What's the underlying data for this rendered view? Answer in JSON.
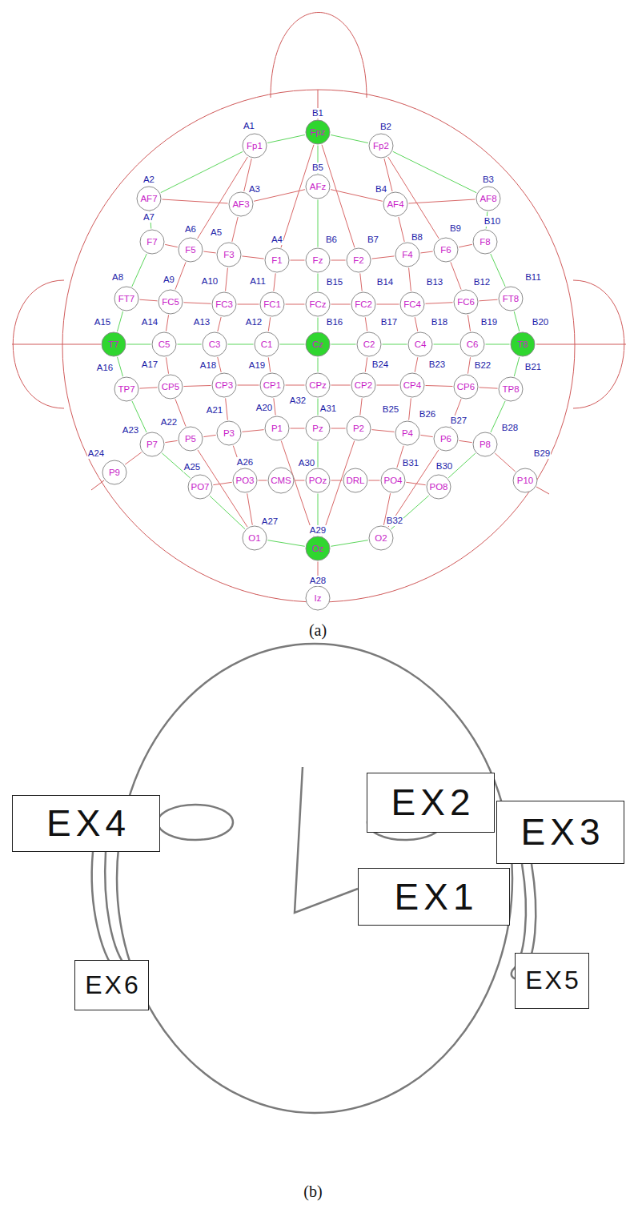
{
  "diagram": {
    "nodes": [
      {
        "text": [
          "Fp1",
          "A1"
        ]
      },
      {
        "text": [
          "Fpz",
          "B1"
        ]
      },
      {
        "text": [
          "Fp2",
          "B2"
        ]
      },
      {
        "text": [
          "AF7",
          "A2"
        ]
      },
      {
        "text": [
          "AF3",
          "A3"
        ]
      },
      {
        "text": [
          "AFz",
          "B5"
        ]
      },
      {
        "text": [
          "AF4",
          "B4"
        ]
      },
      {
        "text": [
          "AF8",
          "B3"
        ]
      },
      {
        "text": [
          "F7",
          "A7"
        ]
      },
      {
        "text": [
          "F5",
          "A6"
        ]
      },
      {
        "text": [
          "F3",
          "A5"
        ]
      },
      {
        "text": [
          "F1",
          "A4"
        ]
      },
      {
        "text": [
          "Fz",
          "B6"
        ]
      },
      {
        "text": [
          "F2",
          "B7"
        ]
      },
      {
        "text": [
          "F4",
          "B8"
        ]
      },
      {
        "text": [
          "F6",
          "B9"
        ]
      },
      {
        "text": [
          "F8",
          "B10"
        ]
      },
      {
        "text": [
          "FT7",
          "A8"
        ]
      },
      {
        "text": [
          "FC5",
          "A9"
        ]
      },
      {
        "text": [
          "FC3",
          "A10"
        ]
      },
      {
        "text": [
          "FC1",
          "A11"
        ]
      },
      {
        "text": [
          "FCz",
          "B15"
        ]
      },
      {
        "text": [
          "FC2",
          "B14"
        ]
      },
      {
        "text": [
          "FC4",
          "B13"
        ]
      },
      {
        "text": [
          "FC6",
          "B12"
        ]
      },
      {
        "text": [
          "FT8",
          "B11"
        ]
      },
      {
        "text": [
          "T7",
          "A15"
        ]
      },
      {
        "text": [
          "C5",
          "A14"
        ]
      },
      {
        "text": [
          "C3",
          "A13"
        ]
      },
      {
        "text": [
          "C1",
          "A12"
        ]
      },
      {
        "text": [
          "Cz",
          "B16"
        ]
      },
      {
        "text": [
          "C2",
          "B17"
        ]
      },
      {
        "text": [
          "C4",
          "B18"
        ]
      },
      {
        "text": [
          "C6",
          "B19"
        ]
      },
      {
        "text": [
          "T8",
          "B20"
        ]
      },
      {
        "text": [
          "TP7",
          "A16"
        ]
      },
      {
        "text": [
          "CP5",
          "A17"
        ]
      },
      {
        "text": [
          "CP3",
          "A18"
        ]
      },
      {
        "text": [
          "CP1",
          "A19"
        ]
      },
      {
        "text": [
          "CPz",
          "A32"
        ]
      },
      {
        "text": [
          "CP2",
          "B24"
        ]
      },
      {
        "text": [
          "CP4",
          "B23"
        ]
      },
      {
        "text": [
          "CP6",
          "B22"
        ]
      },
      {
        "text": [
          "TP8",
          "B21"
        ]
      },
      {
        "text": [
          "P7",
          "A23"
        ]
      },
      {
        "text": [
          "P5",
          "A22"
        ]
      },
      {
        "text": [
          "P3",
          "A21"
        ]
      },
      {
        "text": [
          "P1",
          "A20"
        ]
      },
      {
        "text": [
          "Pz",
          "A31"
        ]
      },
      {
        "text": [
          "P2",
          "B25"
        ]
      },
      {
        "text": [
          "P4",
          "B26"
        ]
      },
      {
        "text": [
          "P6",
          "B27"
        ]
      },
      {
        "text": [
          "P8",
          "B28"
        ]
      },
      {
        "text": [
          "P9",
          "A24"
        ]
      },
      {
        "text": [
          "P10",
          "B29"
        ]
      },
      {
        "text": [
          "PO7",
          "A25"
        ]
      },
      {
        "text": [
          "PO3",
          "A26"
        ]
      },
      {
        "text": [
          "CMS"
        ]
      },
      {
        "text": [
          "POz",
          "A30"
        ]
      },
      {
        "text": [
          "DRL"
        ]
      },
      {
        "text": [
          "PO4",
          "B31"
        ]
      },
      {
        "text": [
          "PO8",
          "B30"
        ]
      },
      {
        "text": [
          "O1",
          "A27"
        ]
      },
      {
        "text": [
          "Oz",
          "A29"
        ]
      },
      {
        "text": [
          "O2",
          "B32"
        ]
      },
      {
        "text": [
          "Iz",
          "A28"
        ]
      },
      {
        "text": [
          "EX2"
        ]
      },
      {
        "text": [
          "EX4"
        ]
      },
      {
        "text": [
          "EX3"
        ]
      },
      {
        "text": [
          "EX1"
        ]
      },
      {
        "text": [
          "EX6"
        ]
      },
      {
        "text": [
          "EX5"
        ]
      }
    ],
    "edges": [
      {
        "from": 1,
        "to": 0,
        "arrow": "none"
      },
      {
        "from": 0,
        "to": 3,
        "arrow": "none"
      },
      {
        "from": 3,
        "to": 8,
        "arrow": "none"
      },
      {
        "from": 8,
        "to": 17,
        "arrow": "none"
      },
      {
        "from": 17,
        "to": 26,
        "arrow": "none"
      },
      {
        "from": 26,
        "to": 35,
        "arrow": "none"
      },
      {
        "from": 35,
        "to": 44,
        "arrow": "none"
      },
      {
        "from": 44,
        "to": 55,
        "arrow": "none"
      },
      {
        "from": 55,
        "to": 62,
        "arrow": "none"
      },
      {
        "from": 62,
        "to": 63,
        "arrow": "none"
      },
      {
        "from": 63,
        "to": 64,
        "arrow": "none"
      },
      {
        "from": 64,
        "to": 61,
        "arrow": "none"
      },
      {
        "from": 61,
        "to": 52,
        "arrow": "none"
      },
      {
        "from": 52,
        "to": 43,
        "arrow": "none"
      },
      {
        "from": 43,
        "to": 34,
        "arrow": "none"
      },
      {
        "from": 34,
        "to": 25,
        "arrow": "none"
      },
      {
        "from": 25,
        "to": 16,
        "arrow": "none"
      },
      {
        "from": 16,
        "to": 7,
        "arrow": "none"
      },
      {
        "from": 7,
        "to": 2,
        "arrow": "none"
      },
      {
        "from": 2,
        "to": 1,
        "arrow": "none"
      },
      {
        "from": 1,
        "to": 5,
        "arrow": "none"
      },
      {
        "from": 5,
        "to": 12,
        "arrow": "none"
      },
      {
        "from": 12,
        "to": 21,
        "arrow": "none"
      },
      {
        "from": 21,
        "to": 30,
        "arrow": "none"
      },
      {
        "from": 30,
        "to": 39,
        "arrow": "none"
      },
      {
        "from": 39,
        "to": 48,
        "arrow": "none"
      },
      {
        "from": 48,
        "to": 58,
        "arrow": "none"
      },
      {
        "from": 58,
        "to": 63,
        "arrow": "none"
      },
      {
        "from": 26,
        "to": 27,
        "arrow": "none"
      },
      {
        "from": 27,
        "to": 28,
        "arrow": "none"
      },
      {
        "from": 28,
        "to": 29,
        "arrow": "none"
      },
      {
        "from": 29,
        "to": 30,
        "arrow": "none"
      },
      {
        "from": 30,
        "to": 31,
        "arrow": "none"
      },
      {
        "from": 31,
        "to": 32,
        "arrow": "none"
      },
      {
        "from": 32,
        "to": 33,
        "arrow": "none"
      },
      {
        "from": 33,
        "to": 34,
        "arrow": "none"
      },
      {
        "from": 63,
        "to": 65,
        "arrow": "none"
      },
      {
        "from": 3,
        "to": 4,
        "arrow": "none"
      },
      {
        "from": 4,
        "to": 5,
        "arrow": "none"
      },
      {
        "from": 5,
        "to": 6,
        "arrow": "none"
      },
      {
        "from": 6,
        "to": 7,
        "arrow": "none"
      },
      {
        "from": 8,
        "to": 9,
        "arrow": "none"
      },
      {
        "from": 9,
        "to": 10,
        "arrow": "none"
      },
      {
        "from": 10,
        "to": 11,
        "arrow": "none"
      },
      {
        "from": 11,
        "to": 12,
        "arrow": "none"
      },
      {
        "from": 12,
        "to": 13,
        "arrow": "none"
      },
      {
        "from": 13,
        "to": 14,
        "arrow": "none"
      },
      {
        "from": 14,
        "to": 15,
        "arrow": "none"
      },
      {
        "from": 15,
        "to": 16,
        "arrow": "none"
      },
      {
        "from": 17,
        "to": 18,
        "arrow": "none"
      },
      {
        "from": 18,
        "to": 19,
        "arrow": "none"
      },
      {
        "from": 19,
        "to": 20,
        "arrow": "none"
      },
      {
        "from": 20,
        "to": 21,
        "arrow": "none"
      },
      {
        "from": 21,
        "to": 22,
        "arrow": "none"
      },
      {
        "from": 22,
        "to": 23,
        "arrow": "none"
      },
      {
        "from": 23,
        "to": 24,
        "arrow": "none"
      },
      {
        "from": 24,
        "to": 25,
        "arrow": "none"
      },
      {
        "from": 35,
        "to": 36,
        "arrow": "none"
      },
      {
        "from": 36,
        "to": 37,
        "arrow": "none"
      },
      {
        "from": 37,
        "to": 38,
        "arrow": "none"
      },
      {
        "from": 38,
        "to": 39,
        "arrow": "none"
      },
      {
        "from": 39,
        "to": 40,
        "arrow": "none"
      },
      {
        "from": 40,
        "to": 41,
        "arrow": "none"
      },
      {
        "from": 41,
        "to": 42,
        "arrow": "none"
      },
      {
        "from": 42,
        "to": 43,
        "arrow": "none"
      },
      {
        "from": 44,
        "to": 45,
        "arrow": "none"
      },
      {
        "from": 45,
        "to": 46,
        "arrow": "none"
      },
      {
        "from": 46,
        "to": 47,
        "arrow": "none"
      },
      {
        "from": 47,
        "to": 48,
        "arrow": "none"
      },
      {
        "from": 48,
        "to": 49,
        "arrow": "none"
      },
      {
        "from": 49,
        "to": 50,
        "arrow": "none"
      },
      {
        "from": 50,
        "to": 51,
        "arrow": "none"
      },
      {
        "from": 51,
        "to": 52,
        "arrow": "none"
      },
      {
        "from": 55,
        "to": 56,
        "arrow": "none"
      },
      {
        "from": 56,
        "to": 57,
        "arrow": "none"
      },
      {
        "from": 57,
        "to": 58,
        "arrow": "none"
      },
      {
        "from": 58,
        "to": 59,
        "arrow": "none"
      },
      {
        "from": 59,
        "to": 60,
        "arrow": "none"
      },
      {
        "from": 60,
        "to": 61,
        "arrow": "none"
      },
      {
        "from": 53,
        "to": 44,
        "arrow": "none"
      },
      {
        "from": 52,
        "to": 54,
        "arrow": "none"
      },
      {
        "from": 0,
        "to": 4,
        "arrow": "none"
      },
      {
        "from": 4,
        "to": 10,
        "arrow": "none"
      },
      {
        "from": 10,
        "to": 19,
        "arrow": "none"
      },
      {
        "from": 19,
        "to": 28,
        "arrow": "none"
      },
      {
        "from": 28,
        "to": 37,
        "arrow": "none"
      },
      {
        "from": 37,
        "to": 46,
        "arrow": "none"
      },
      {
        "from": 46,
        "to": 56,
        "arrow": "none"
      },
      {
        "from": 56,
        "to": 62,
        "arrow": "none"
      },
      {
        "from": 2,
        "to": 6,
        "arrow": "none"
      },
      {
        "from": 6,
        "to": 14,
        "arrow": "none"
      },
      {
        "from": 14,
        "to": 23,
        "arrow": "none"
      },
      {
        "from": 23,
        "to": 32,
        "arrow": "none"
      },
      {
        "from": 32,
        "to": 41,
        "arrow": "none"
      },
      {
        "from": 41,
        "to": 50,
        "arrow": "none"
      },
      {
        "from": 50,
        "to": 60,
        "arrow": "none"
      },
      {
        "from": 60,
        "to": 64,
        "arrow": "none"
      },
      {
        "from": 0,
        "to": 9,
        "arrow": "none"
      },
      {
        "from": 9,
        "to": 18,
        "arrow": "none"
      },
      {
        "from": 18,
        "to": 27,
        "arrow": "none"
      },
      {
        "from": 27,
        "to": 36,
        "arrow": "none"
      },
      {
        "from": 36,
        "to": 45,
        "arrow": "none"
      },
      {
        "from": 45,
        "to": 62,
        "arrow": "none"
      },
      {
        "from": 2,
        "to": 15,
        "arrow": "none"
      },
      {
        "from": 15,
        "to": 24,
        "arrow": "none"
      },
      {
        "from": 24,
        "to": 33,
        "arrow": "none"
      },
      {
        "from": 33,
        "to": 42,
        "arrow": "none"
      },
      {
        "from": 42,
        "to": 51,
        "arrow": "none"
      },
      {
        "from": 51,
        "to": 64,
        "arrow": "none"
      },
      {
        "from": 1,
        "to": 11,
        "arrow": "none"
      },
      {
        "from": 11,
        "to": 20,
        "arrow": "none"
      },
      {
        "from": 20,
        "to": 29,
        "arrow": "none"
      },
      {
        "from": 29,
        "to": 38,
        "arrow": "none"
      },
      {
        "from": 38,
        "to": 47,
        "arrow": "none"
      },
      {
        "from": 47,
        "to": 63,
        "arrow": "none"
      },
      {
        "from": 1,
        "to": 13,
        "arrow": "none"
      },
      {
        "from": 13,
        "to": 22,
        "arrow": "none"
      },
      {
        "from": 22,
        "to": 31,
        "arrow": "none"
      },
      {
        "from": 31,
        "to": 40,
        "arrow": "none"
      },
      {
        "from": 40,
        "to": 49,
        "arrow": "none"
      },
      {
        "from": 49,
        "to": 63,
        "arrow": "none"
      }
    ],
    "labels": [
      "(a)",
      "(b)"
    ]
  }
}
